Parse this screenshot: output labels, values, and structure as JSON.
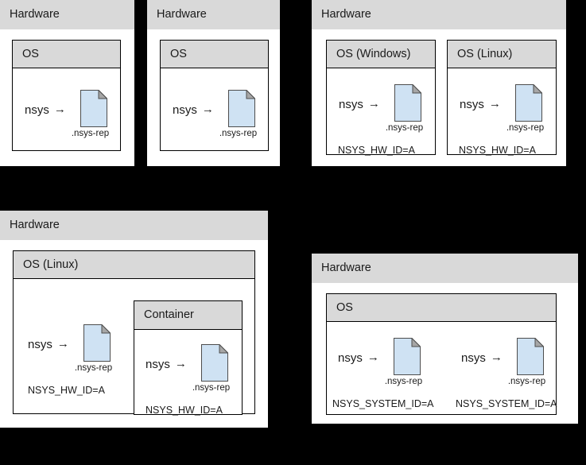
{
  "diagram": {
    "background_color": "#000000",
    "panel_fill": "#ffffff",
    "title_band_fill": "#d9d9d9",
    "file_fill": "#cfe2f3",
    "stroke_color": "#000000",
    "arrow_glyph": "→"
  },
  "panels": [
    {
      "id": "panel-1",
      "hardware_label": "Hardware",
      "os_boxes": [
        {
          "label": "OS",
          "processes": [
            {
              "command": "nsys",
              "arrow": "→",
              "output_file": ".nsys-rep"
            }
          ],
          "env_var": null
        }
      ]
    },
    {
      "id": "panel-2",
      "hardware_label": "Hardware",
      "os_boxes": [
        {
          "label": "OS",
          "processes": [
            {
              "command": "nsys",
              "arrow": "→",
              "output_file": ".nsys-rep"
            }
          ],
          "env_var": null
        }
      ]
    },
    {
      "id": "panel-3",
      "hardware_label": "Hardware",
      "os_boxes": [
        {
          "label": "OS (Windows)",
          "processes": [
            {
              "command": "nsys",
              "arrow": "→",
              "output_file": ".nsys-rep"
            }
          ],
          "env_var": "NSYS_HW_ID=A"
        },
        {
          "label": "OS (Linux)",
          "processes": [
            {
              "command": "nsys",
              "arrow": "→",
              "output_file": ".nsys-rep"
            }
          ],
          "env_var": "NSYS_HW_ID=A"
        }
      ]
    },
    {
      "id": "panel-4",
      "hardware_label": "Hardware",
      "os_boxes": [
        {
          "label": "OS (Linux)",
          "processes": [
            {
              "command": "nsys",
              "arrow": "→",
              "output_file": ".nsys-rep"
            }
          ],
          "env_var": "NSYS_HW_ID=A",
          "container": {
            "label": "Container",
            "processes": [
              {
                "command": "nsys",
                "arrow": "→",
                "output_file": ".nsys-rep"
              }
            ],
            "env_var": "NSYS_HW_ID=A"
          }
        }
      ]
    },
    {
      "id": "panel-5",
      "hardware_label": "Hardware",
      "os_boxes": [
        {
          "label": "OS",
          "processes": [
            {
              "command": "nsys",
              "arrow": "→",
              "output_file": ".nsys-rep"
            },
            {
              "command": "nsys",
              "arrow": "→",
              "output_file": ".nsys-rep"
            }
          ],
          "env_vars": [
            "NSYS_SYSTEM_ID=A",
            "NSYS_SYSTEM_ID=A"
          ]
        }
      ]
    }
  ]
}
